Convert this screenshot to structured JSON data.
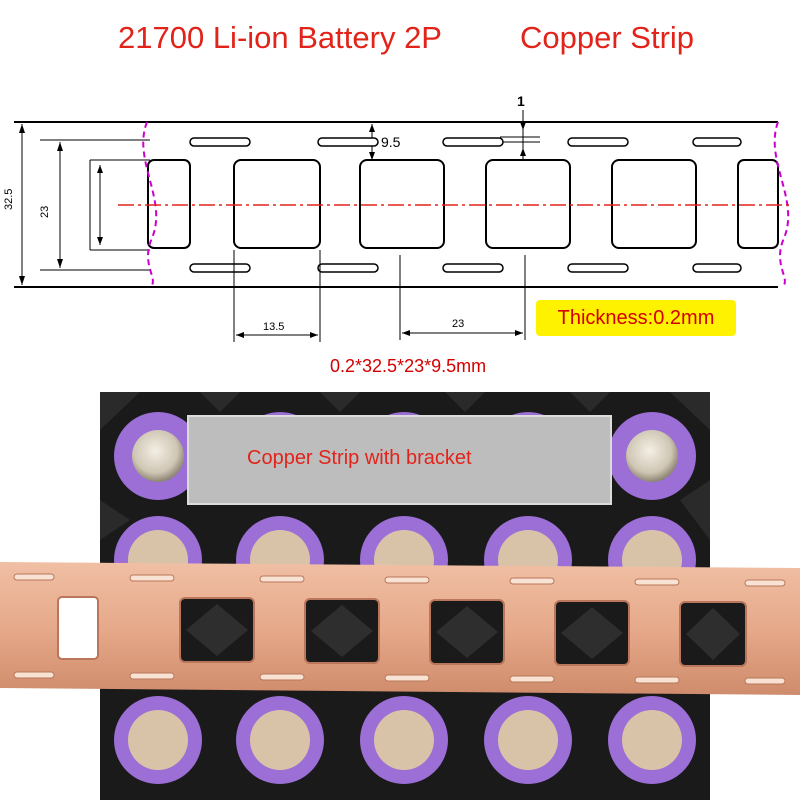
{
  "title": {
    "main": "21700 Li-ion Battery 2P",
    "suffix": "Copper Strip"
  },
  "dimensions": {
    "overall_height": "32.5",
    "inner_height": "23",
    "slot_offset": "9.5",
    "slot_width": "1",
    "bridge_width": "13.5",
    "pitch_width": "23"
  },
  "thickness_badge": "Thickness:0.2mm",
  "spec_line": "0.2*32.5*23*9.5mm",
  "photo": {
    "callout": "Copper Strip with bracket"
  },
  "colors": {
    "title": "#e2231a",
    "spec_text": "#d40000",
    "badge_background": "#fff200",
    "centerline": "#e2231a",
    "break_line": "#cc00cc",
    "copper": "#e6a98a",
    "holder": "#1a1a1a",
    "cell_wrap": "#9b6fd6"
  },
  "icons": [
    "centerline-mark",
    "break-line-mark"
  ]
}
